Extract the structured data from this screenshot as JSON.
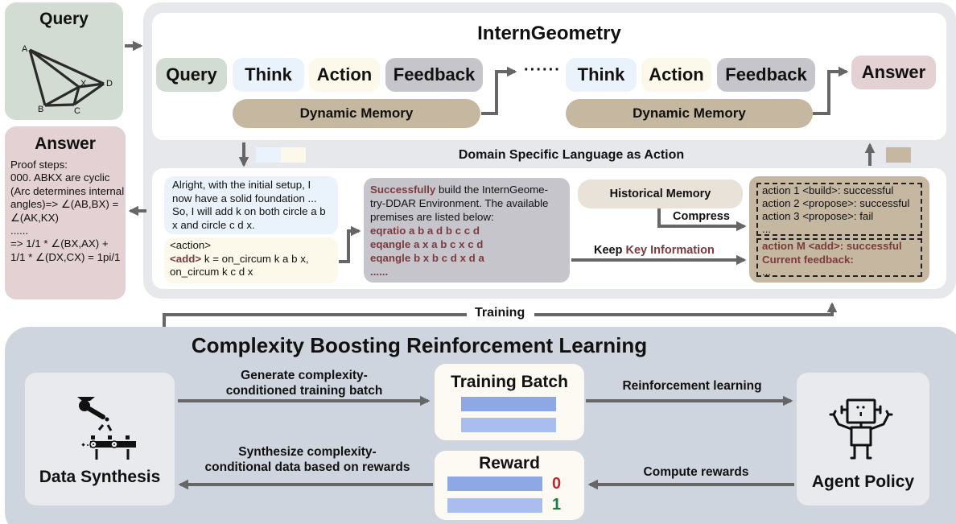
{
  "colors": {
    "query": "#d3dcd3",
    "think": "#eaf2fb",
    "action": "#fcf8ea",
    "feedback": "#c6c5cb",
    "answer": "#e3d1d3",
    "memory": "#c5b7a0",
    "highlight_text": "#7b3b3e",
    "reward_zero": "#c0272d",
    "reward_one": "#1a7a3f",
    "bar_dark": "#8ea8e6",
    "bar_light": "#a9bdee",
    "arrow": "#666666"
  },
  "query_panel": {
    "title": "Query",
    "figure_points": [
      "A",
      "B",
      "C",
      "X",
      "D"
    ]
  },
  "answer_panel": {
    "title": "Answer",
    "body": "Proof steps:\n000. ABKX are cyclic (Arc determines internal angles)=> ∠(AB,BX) = ∠(AK,KX)\n......\n=> 1/1 * ∠(BX,AX) + 1/1 * ∠(DX,CX) = 1pi/1"
  },
  "intern_geometry": {
    "title": "InternGeometry",
    "flow_first": [
      "Query",
      "Think",
      "Action",
      "Feedback"
    ],
    "ellipsis": "······",
    "flow_second": [
      "Think",
      "Action",
      "Feedback"
    ],
    "answer": "Answer",
    "dynamic_memory": "Dynamic Memory",
    "dsl_label": "Domain Specific Language as Action",
    "think_text": "Alright, with the initial setup, I now have a solid foundation ... So, I will add k on both circle a b x and circle c d x.",
    "action_tag": "<action>",
    "action_add": "<add>",
    "action_text": " k = on_circum k a b x, on_circum k c d x",
    "feedback_success": "Successfully",
    "feedback_text": " build the InternGeome-try-DDAR Environment. The available premises are listed below:",
    "premises": [
      "eqratio a b a d b c c d",
      "eqangle a x a b c x c d",
      "eqangle b x b c d x d a",
      "......"
    ],
    "historical_memory": "Historical Memory",
    "compress": "Compress",
    "keep_prefix": "Keep ",
    "keep_key": "Key Information",
    "memory_history": [
      "action 1 <build>: successful",
      "action 2 <propose>: successful",
      "action 3 <propose>: fail",
      "..."
    ],
    "memory_current": [
      "action M <add>: successful",
      "Current feedback:",
      "..."
    ]
  },
  "training_label": "Training",
  "cbrl": {
    "title": "Complexity Boosting Reinforcement Learning",
    "data_synthesis": "Data Synthesis",
    "agent_policy": "Agent Policy",
    "training_batch": "Training Batch",
    "reward": "Reward",
    "reward_values": [
      "0",
      "1"
    ],
    "edge_generate": "Generate complexity-\nconditioned training batch",
    "edge_rl": "Reinforcement learning",
    "edge_compute": "Compute rewards",
    "edge_synthesize": "Synthesize complexity-\nconditional data based on rewards"
  }
}
